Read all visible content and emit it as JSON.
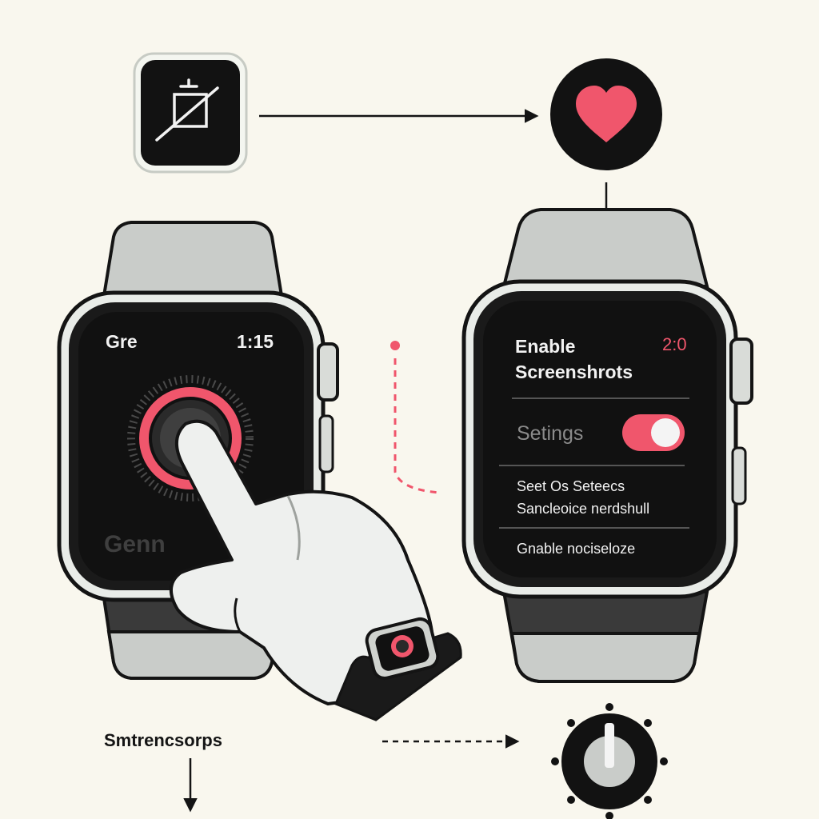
{
  "colors": {
    "background": "#f9f7ee",
    "outline": "#141414",
    "screen": "#111111",
    "accent": "#f0566c",
    "band": "#c9ccc9",
    "band_dark": "#3a3a3a",
    "hand": "#eef0ee",
    "muted_text": "#8a8a8a"
  },
  "icons": {
    "top_left": "screenshot-crop-icon",
    "top_right": "heart-icon",
    "bottom_right": "clock-dial-icon",
    "left_screen": "digital-crown-dial-icon"
  },
  "left_watch": {
    "app_label": "Gre",
    "time": "1:15",
    "footer_label": "Genn"
  },
  "right_watch": {
    "title_line1": "Enable",
    "title_line2": "Screenshrots",
    "time": "2:0",
    "settings_label": "Setings",
    "toggle_on": true,
    "option_line1": "Seet Os Seteecs",
    "option_line2": "Sancleoice nerdshull",
    "footer_label": "Gnable nociseloze"
  },
  "bottom": {
    "caption": "Smtrencsorps"
  }
}
